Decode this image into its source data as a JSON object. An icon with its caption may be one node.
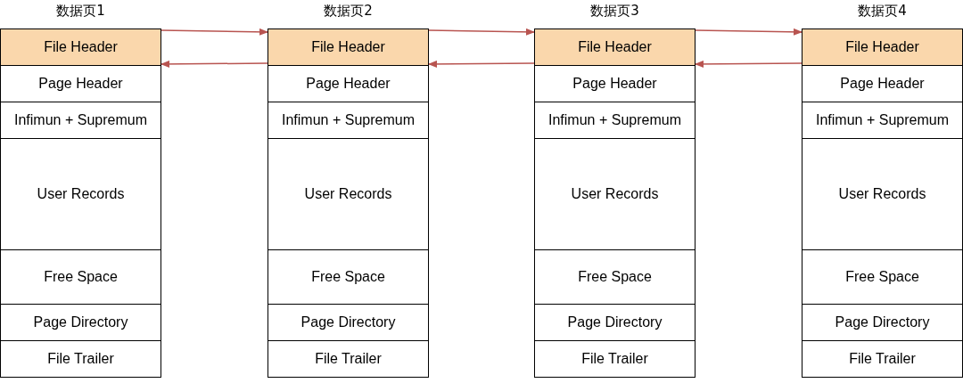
{
  "diagram": {
    "nodes": [
      {
        "text": [
          "数据页1"
        ]
      },
      {
        "text": [
          "File Header"
        ],
        "in": 0
      },
      {
        "text": [
          "Page Header"
        ],
        "in": 0
      },
      {
        "text": [
          "Infimun + Supremum"
        ],
        "in": 0
      },
      {
        "text": [
          "User Records"
        ],
        "in": 0
      },
      {
        "text": [
          "Free Space"
        ],
        "in": 0
      },
      {
        "text": [
          "Page Directory"
        ],
        "in": 0
      },
      {
        "text": [
          "File Trailer"
        ],
        "in": 0
      },
      {
        "text": [
          "数据页2"
        ]
      },
      {
        "text": [
          "File Header"
        ],
        "in": 8
      },
      {
        "text": [
          "Page Header"
        ],
        "in": 8
      },
      {
        "text": [
          "Infimun + Supremum"
        ],
        "in": 8
      },
      {
        "text": [
          "User Records"
        ],
        "in": 8
      },
      {
        "text": [
          "Free Space"
        ],
        "in": 8
      },
      {
        "text": [
          "Page Directory"
        ],
        "in": 8
      },
      {
        "text": [
          "File Trailer"
        ],
        "in": 8
      },
      {
        "text": [
          "数据页3"
        ]
      },
      {
        "text": [
          "File Header"
        ],
        "in": 16
      },
      {
        "text": [
          "Page Header"
        ],
        "in": 16
      },
      {
        "text": [
          "Infimun + Supremum"
        ],
        "in": 16
      },
      {
        "text": [
          "User Records"
        ],
        "in": 16
      },
      {
        "text": [
          "Free Space"
        ],
        "in": 16
      },
      {
        "text": [
          "Page Directory"
        ],
        "in": 16
      },
      {
        "text": [
          "File Trailer"
        ],
        "in": 16
      },
      {
        "text": [
          "数据页4"
        ]
      },
      {
        "text": [
          "File Header"
        ],
        "in": 24
      },
      {
        "text": [
          "Page Header"
        ],
        "in": 24
      },
      {
        "text": [
          "Infimun + Supremum"
        ],
        "in": 24
      },
      {
        "text": [
          "User Records"
        ],
        "in": 24
      },
      {
        "text": [
          "Free Space"
        ],
        "in": 24
      },
      {
        "text": [
          "Page Directory"
        ],
        "in": 24
      },
      {
        "text": [
          "File Trailer"
        ],
        "in": 24
      }
    ],
    "edges": [
      {
        "from": 1,
        "to": 9,
        "arrow": "to"
      },
      {
        "from": 9,
        "to": 1,
        "arrow": "to"
      },
      {
        "from": 9,
        "to": 17,
        "arrow": "to"
      },
      {
        "from": 17,
        "to": 9,
        "arrow": "to"
      },
      {
        "from": 17,
        "to": 25,
        "arrow": "to"
      },
      {
        "from": 25,
        "to": 17,
        "arrow": "to"
      }
    ]
  }
}
